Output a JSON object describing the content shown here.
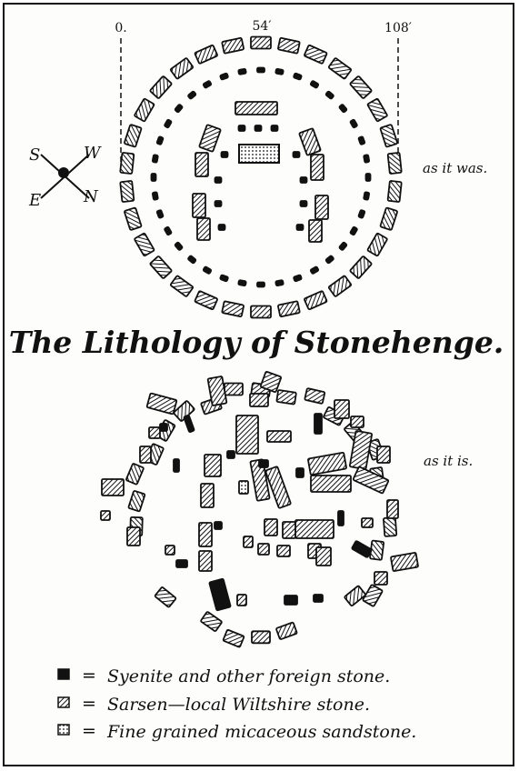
{
  "title": "The Lithology of Stonehenge.",
  "scale_labels": [
    "0.",
    "54′",
    "108′"
  ],
  "plan_top_caption": "as it was.",
  "plan_bottom_caption": "as it is.",
  "compass_letters": {
    "s": "S",
    "w": "W",
    "e": "E",
    "n": "N"
  },
  "legend": [
    {
      "fill": "syenite",
      "text": "Syenite and other foreign stone."
    },
    {
      "fill": "sarsen",
      "text": "Sarsen—local Wiltshire stone."
    },
    {
      "fill": "sandstone",
      "text": "Fine grained micaceous sandstone."
    }
  ],
  "colors": {
    "ink": "#111111",
    "paper": "#fdfdfb"
  }
}
